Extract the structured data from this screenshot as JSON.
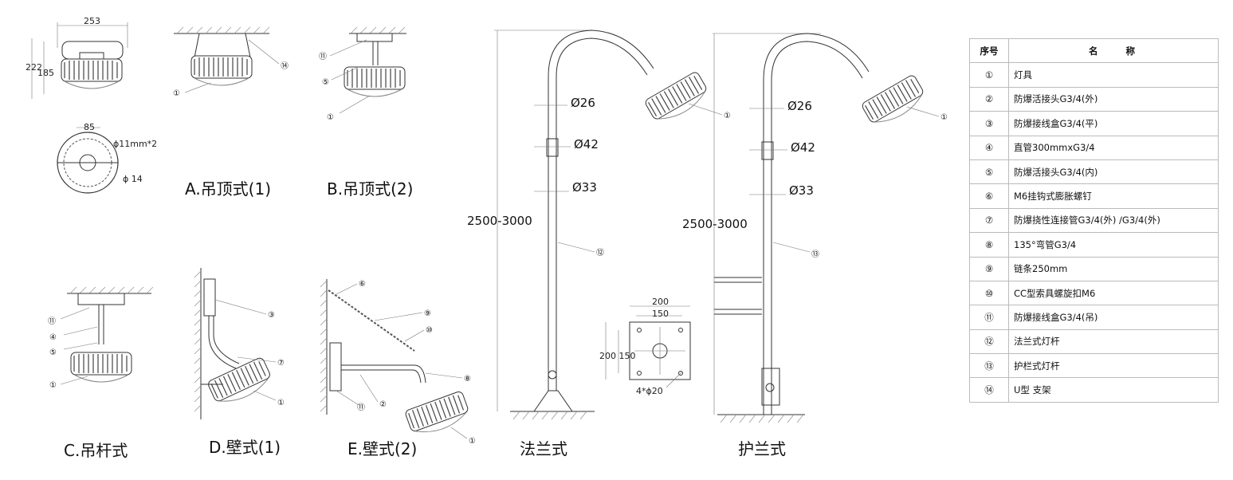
{
  "dimensions": {
    "top_width": "253",
    "total_height": "222",
    "body_height": "185",
    "bottom_span": "85",
    "hole_spec": "ϕ11mm*2",
    "center_hole": "ϕ 14",
    "pole_dia_top": "Ø26",
    "pole_dia_joint": "Ø42",
    "pole_dia_bottom": "Ø33",
    "pole_height": "2500-3000",
    "flange_outer": "200",
    "flange_inner": "150",
    "flange_side": "200 150",
    "flange_bolts": "4*ϕ20"
  },
  "captions": {
    "a": "A.吊顶式(1)",
    "b": "B.吊顶式(2)",
    "c": "C.吊杆式",
    "d": "D.壁式(1)",
    "e": "E.壁式(2)",
    "flange": "法兰式",
    "guard": "护兰式"
  },
  "callouts": {
    "n1": "①",
    "n2": "②",
    "n3": "③",
    "n4": "④",
    "n5": "⑤",
    "n6": "⑥",
    "n7": "⑦",
    "n8": "⑧",
    "n9": "⑨",
    "n10": "⑩",
    "n11": "⑪",
    "n12": "⑫",
    "n13": "⑬",
    "n14": "⑭"
  },
  "parts_table": {
    "header_no": "序号",
    "header_name": "名　　称",
    "rows": [
      {
        "no": "①",
        "name": "灯具"
      },
      {
        "no": "②",
        "name": "防爆活接头G3/4(外)"
      },
      {
        "no": "③",
        "name": "防爆接线盒G3/4(平)"
      },
      {
        "no": "④",
        "name": "直管300mmxG3/4"
      },
      {
        "no": "⑤",
        "name": " 防爆活接头G3/4(内)"
      },
      {
        "no": "⑥",
        "name": " M6挂钩式膨胀螺钉"
      },
      {
        "no": "⑦",
        "name": "防爆挠性连接管G3/4(外) /G3/4(外)"
      },
      {
        "no": "⑧",
        "name": "135°弯管G3/4"
      },
      {
        "no": "⑨",
        "name": "链条250mm"
      },
      {
        "no": "⑩",
        "name": "CC型索具螺旋扣M6"
      },
      {
        "no": "⑪",
        "name": "防爆接线盒G3/4(吊)"
      },
      {
        "no": "⑫",
        "name": "法兰式灯杆"
      },
      {
        "no": "⑬",
        "name": "护栏式灯杆"
      },
      {
        "no": "⑭",
        "name": "U型 支架"
      }
    ]
  }
}
